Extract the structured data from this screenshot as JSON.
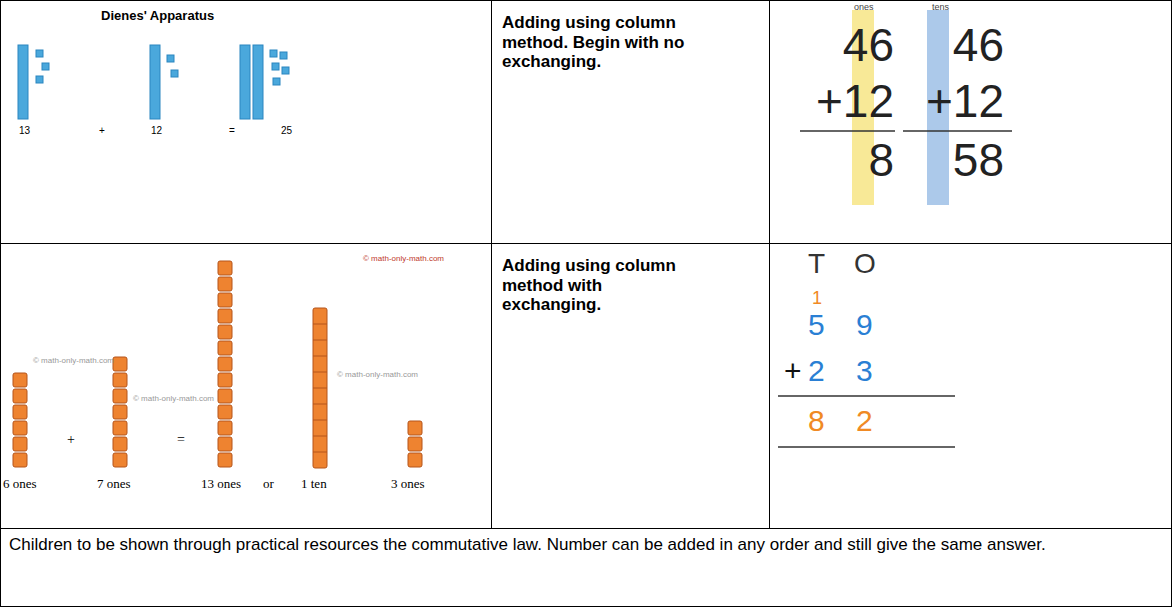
{
  "diagram": {
    "nodes": [
      {
        "text": [
          "Dienes' Apparatus",
          "13",
          "+",
          "12",
          "=",
          "25"
        ]
      },
      {
        "text": [
          "Adding using column method. Begin with no exchanging."
        ]
      },
      {
        "text": [
          "ones",
          "tens",
          "46",
          "+12",
          "8",
          "46",
          "+12",
          "58"
        ]
      },
      {
        "text": [
          "© math-only-math.com",
          "© math-only-math.com",
          "© math-only-math.com",
          "© math-only-math.com",
          "6 ones",
          "+",
          "7 ones",
          "=",
          "13 ones",
          "or",
          "1 ten",
          "3 ones"
        ]
      },
      {
        "text": [
          "Adding using column method with exchanging."
        ]
      },
      {
        "text": [
          "T",
          "O",
          "1",
          "5",
          "9",
          "+",
          "2",
          "3",
          "8",
          "2"
        ]
      },
      {
        "text": [
          "Children to be shown through practical resources the commutative law. Number can be added in any order and still give the same answer."
        ]
      }
    ]
  }
}
